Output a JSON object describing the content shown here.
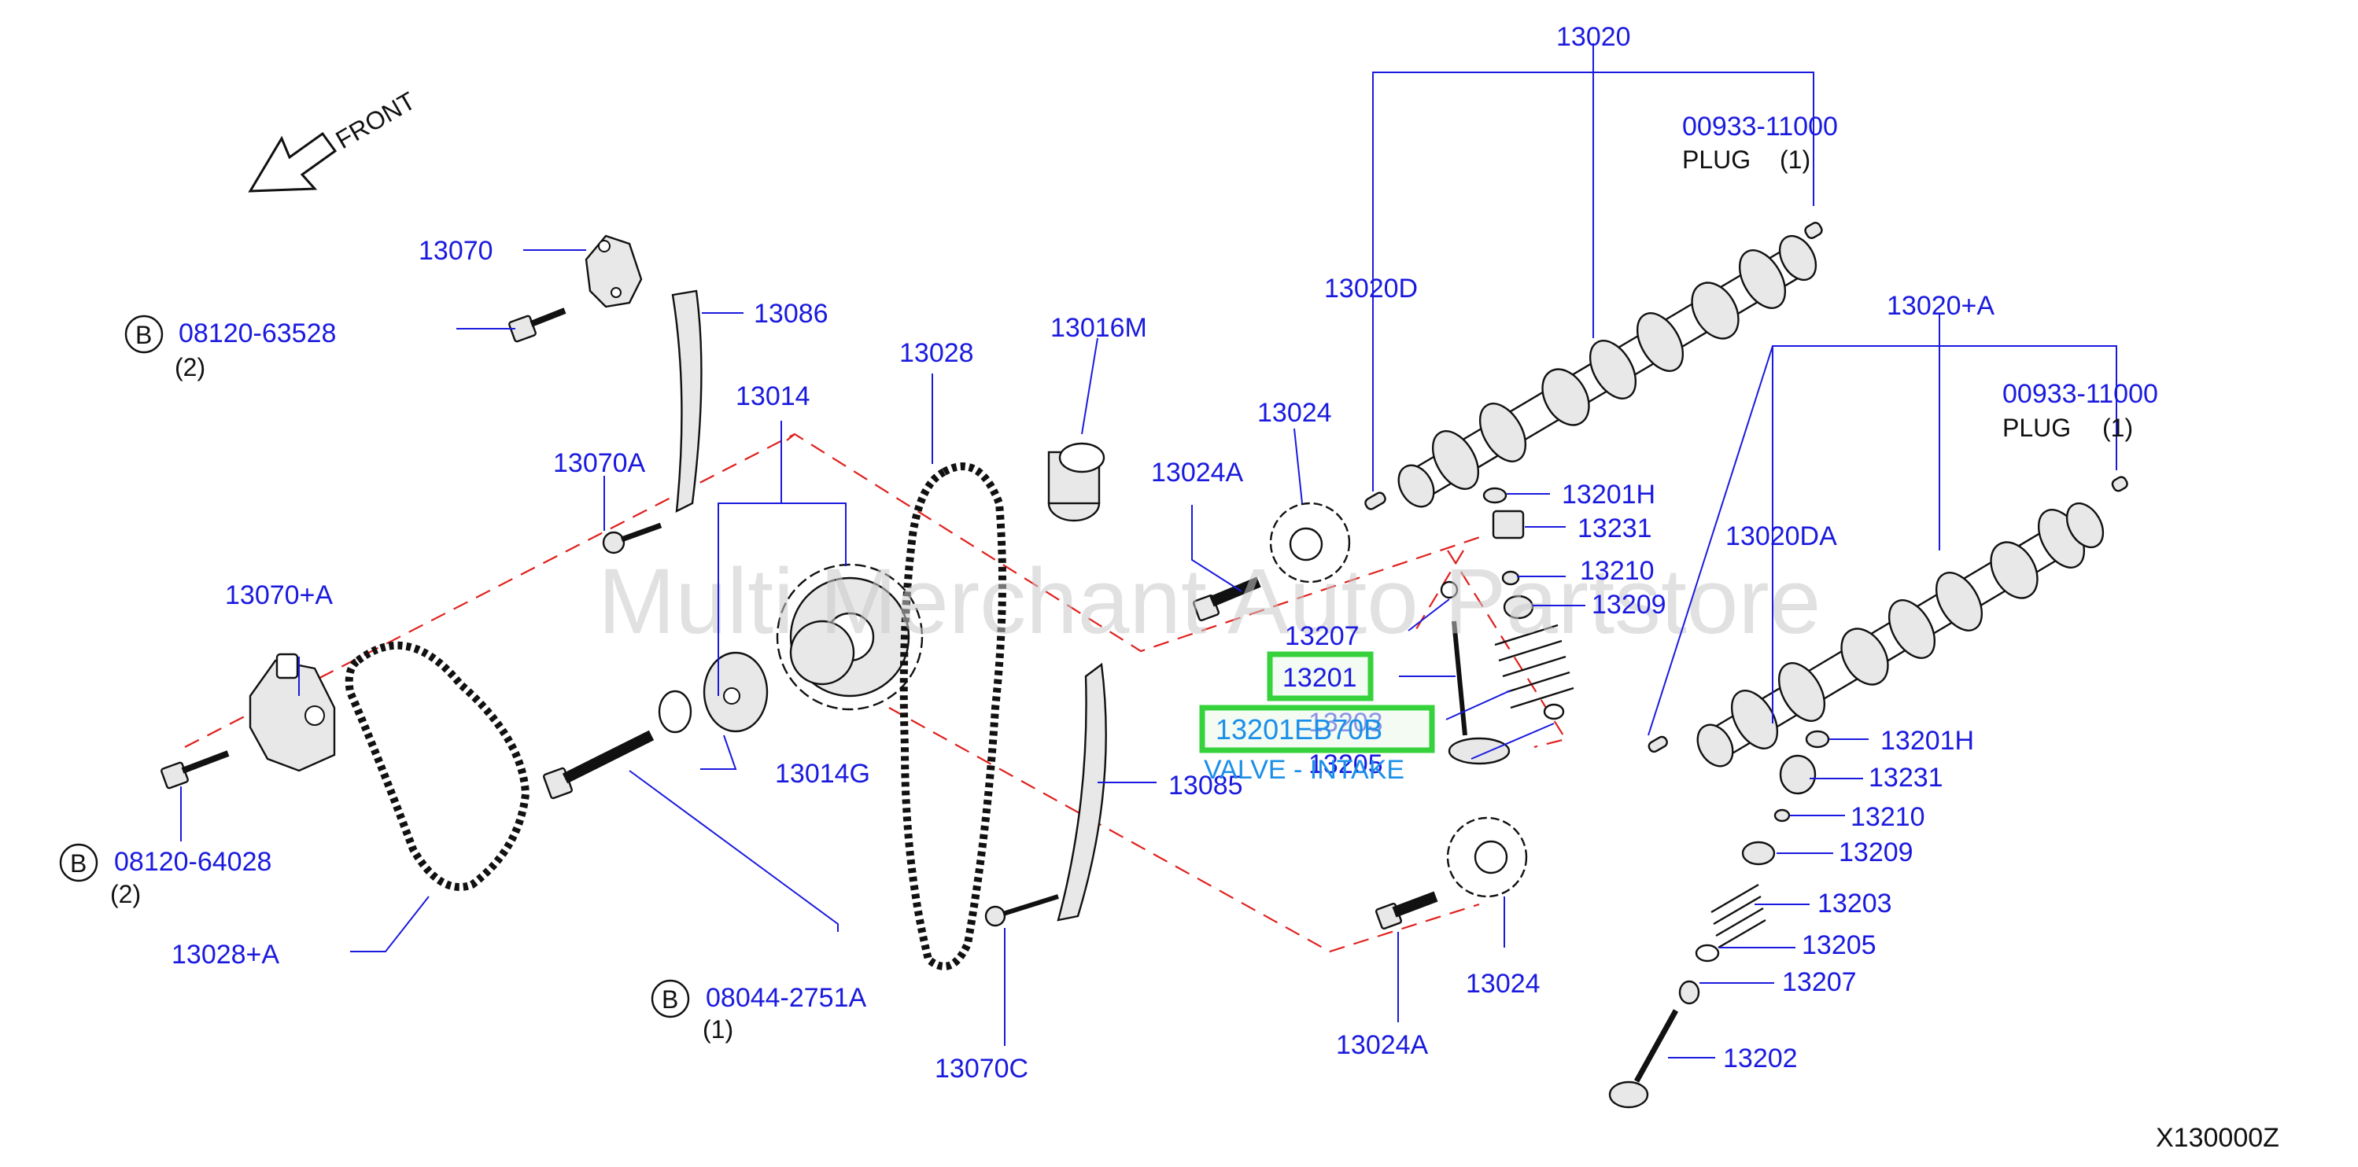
{
  "direction_label": "FRONT",
  "watermark": "Multi Merchant Auto Partstore",
  "diagram_code": "X130000Z",
  "bolt_marker": "B",
  "highlight_label": "13201EB70B",
  "highlight_desc": "VALVE - INTAKE",
  "parts": {
    "p13020": "13020",
    "p00933_top": "00933-11000",
    "plug_top": "PLUG",
    "plug_top_qty": "(1)",
    "p13020D": "13020D",
    "p13020A": "13020+A",
    "p00933_right": "00933-11000",
    "plug_right": "PLUG",
    "plug_right_qty": "(1)",
    "p13020DA": "13020DA",
    "p13070": "13070",
    "p13086": "13086",
    "b08120_63528": "08120-63528",
    "b08120_63528_qty": "(2)",
    "p13014": "13014",
    "p13028": "13028",
    "p13016M": "13016M",
    "p13024_top": "13024",
    "p13024A_top": "13024A",
    "p13070A": "13070A",
    "p13201H_left": "13201H",
    "p13231_left": "13231",
    "p13210_left": "13210",
    "p13209_left": "13209",
    "p13207_left": "13207",
    "p13201": "13201",
    "p13203_left": "13203",
    "p13205_left": "13205",
    "p13070A_plus": "13070+A",
    "p13014G": "13014G",
    "p13085": "13085",
    "b08120_64028": "08120-64028",
    "b08120_64028_qty": "(2)",
    "p13028A": "13028+A",
    "b08044_2751A": "08044-2751A",
    "b08044_2751A_qty": "(1)",
    "p13070C": "13070C",
    "p13024A_bottom": "13024A",
    "p13024_bottom": "13024",
    "p13201H_right": "13201H",
    "p13231_right": "13231",
    "p13210_right": "13210",
    "p13209_right": "13209",
    "p13203_right": "13203",
    "p13205_right": "13205",
    "p13207_right": "13207",
    "p13202": "13202"
  }
}
